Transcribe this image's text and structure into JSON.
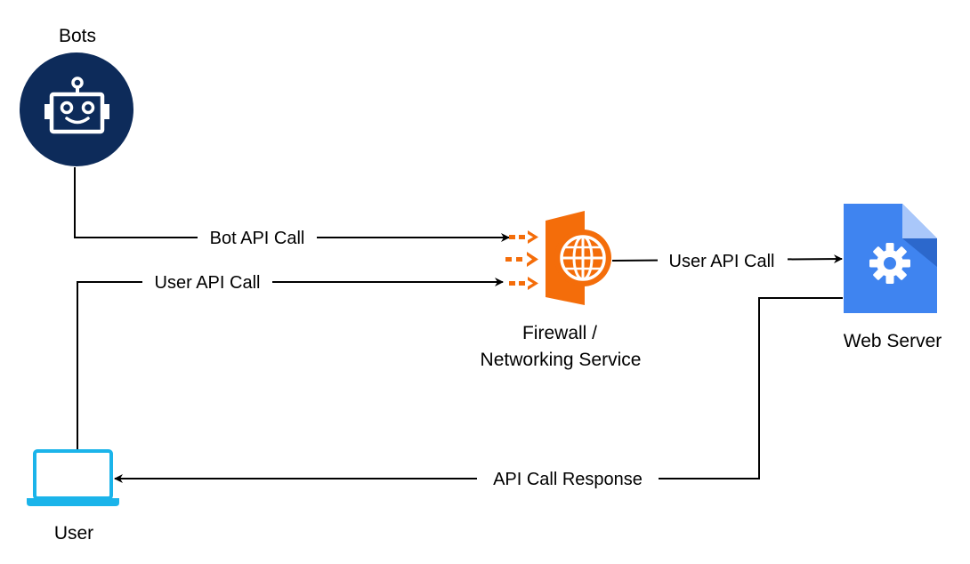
{
  "nodes": {
    "bots": {
      "label": "Bots",
      "icon": "robot-icon",
      "color": "#0d2b5a"
    },
    "user": {
      "label": "User",
      "icon": "laptop-icon",
      "color": "#1bb4ea"
    },
    "firewall": {
      "label_line1": "Firewall /",
      "label_line2": "Networking Service",
      "icon": "firewall-globe-icon",
      "color": "#f46d0a"
    },
    "web_server": {
      "label": "Web Server",
      "icon": "gear-document-icon",
      "color": "#3f84f0"
    }
  },
  "edges": {
    "bot_call": {
      "label": "Bot API Call"
    },
    "user_call": {
      "label": "User API Call"
    },
    "forward_call": {
      "label": "User API Call"
    },
    "response": {
      "label": "API Call Response"
    }
  }
}
